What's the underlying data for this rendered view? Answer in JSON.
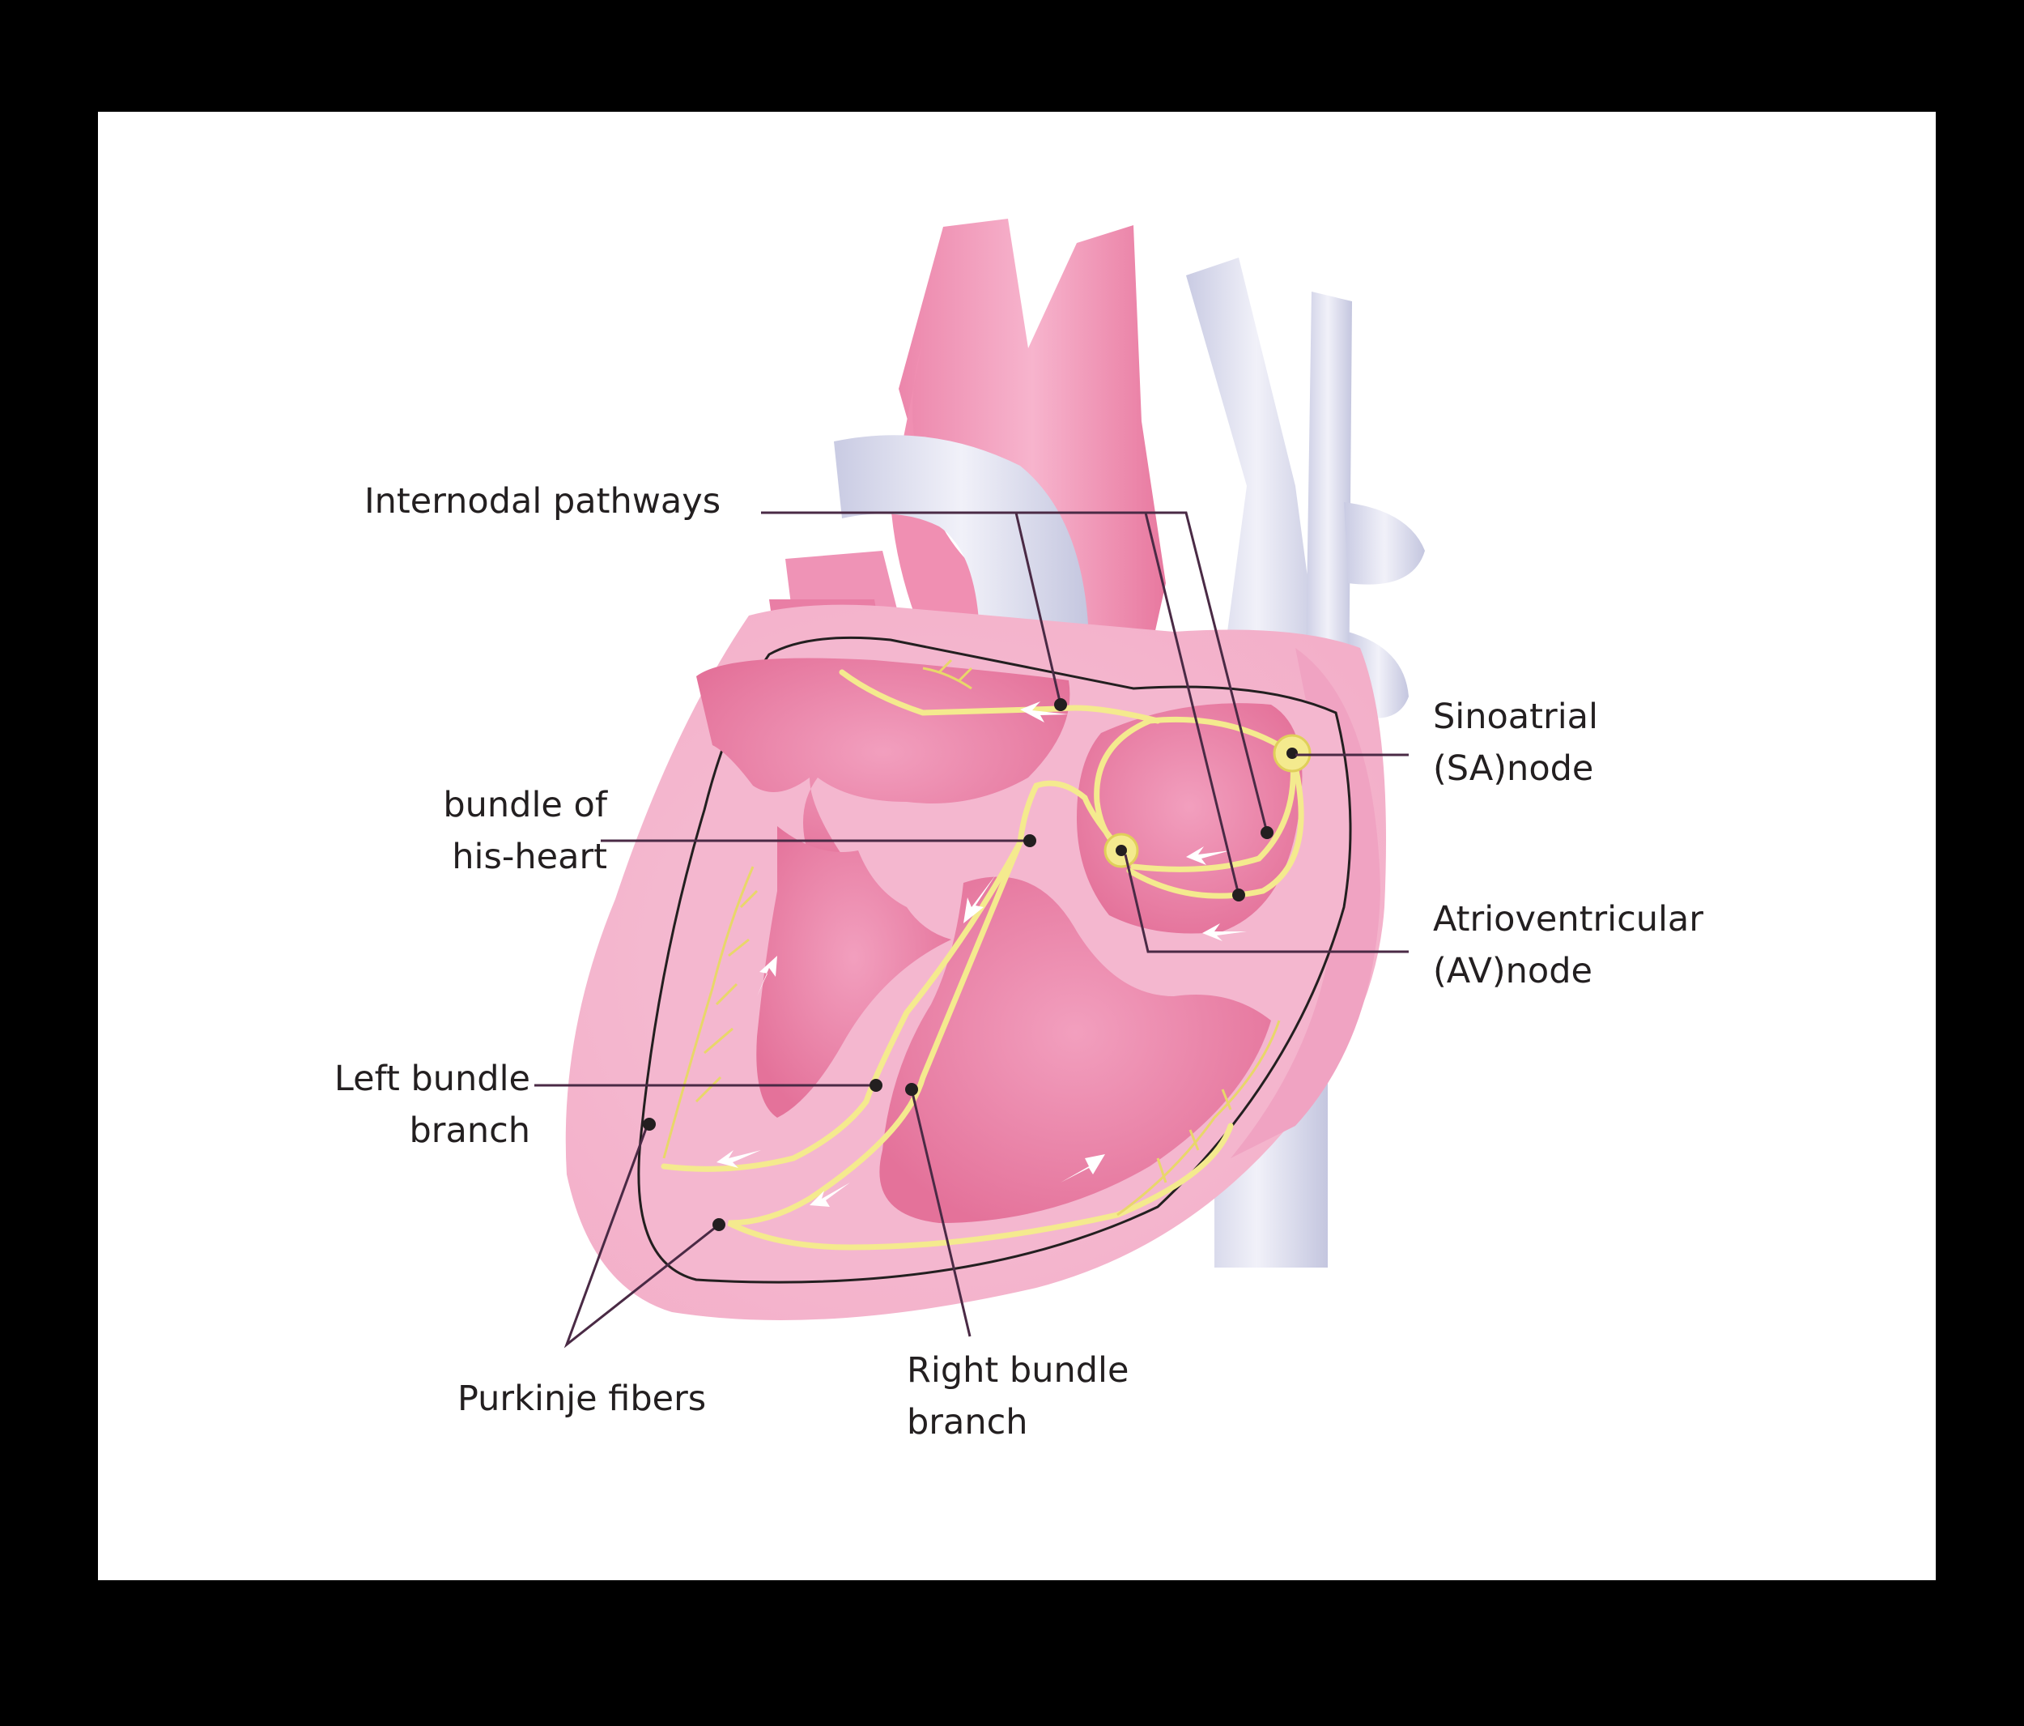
{
  "diagram": {
    "labels": {
      "internodal": "Internodal pathways",
      "bundle_his_1": "bundle of",
      "bundle_his_2": "his-heart",
      "left_bundle_1": "Left bundle",
      "left_bundle_2": "branch",
      "purkinje": "Purkinje fibers",
      "right_bundle_1": "Right bundle",
      "right_bundle_2": "branch",
      "sa_1": "Sinoatrial",
      "sa_2": "(SA)node",
      "av_1": "Atrioventricular",
      "av_2": "(AV)node"
    },
    "colors": {
      "border": "#000000",
      "background": "#ffffff",
      "heart_pink": "#f2a9c6",
      "heart_dark_pink": "#e5799f",
      "heart_light": "#f8d7e4",
      "vessel_blue": "#dfe0ef",
      "conduction_yellow": "#f4ea8e",
      "leader_line": "#4a2a45",
      "text": "#231f20"
    }
  }
}
